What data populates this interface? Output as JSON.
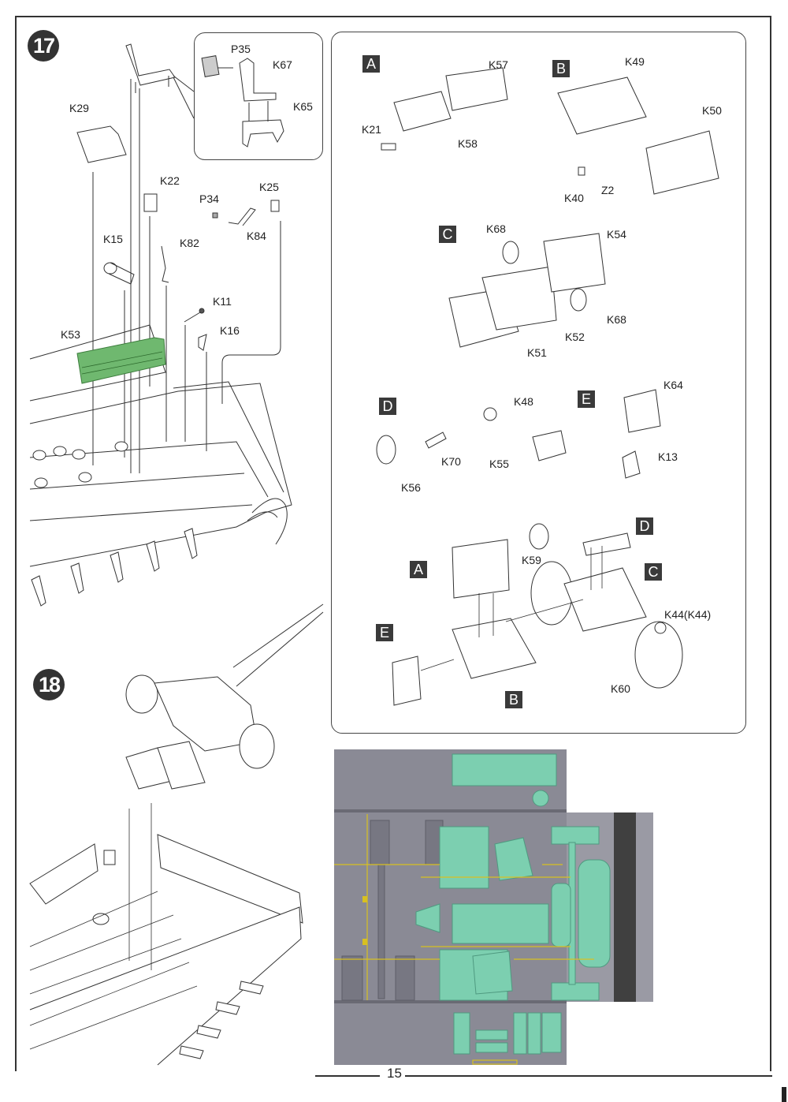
{
  "page": {
    "number": "15"
  },
  "steps": [
    {
      "number": "17"
    },
    {
      "number": "18"
    }
  ],
  "step17": {
    "inset_labels": [
      "P35",
      "K67",
      "K65"
    ],
    "part_labels": {
      "k29": "K29",
      "k22": "K22",
      "p34": "P34",
      "k25": "K25",
      "k84": "K84",
      "k15": "K15",
      "k82": "K82",
      "k11": "K11",
      "k16": "K16",
      "k53": "K53"
    },
    "highlight_color": "#6fb86f"
  },
  "subassemblies": {
    "A": {
      "letter": "A",
      "parts": [
        "K57",
        "K21",
        "K58"
      ]
    },
    "B": {
      "letter": "B",
      "parts": [
        "K49",
        "K50",
        "K40",
        "Z2"
      ]
    },
    "C": {
      "letter": "C",
      "parts": [
        "K68",
        "K54",
        "K68",
        "K52",
        "K51"
      ]
    },
    "D": {
      "letter": "D",
      "parts": [
        "K48",
        "K70",
        "K55",
        "K56"
      ]
    },
    "E": {
      "letter": "E",
      "parts": [
        "K64",
        "K13"
      ]
    }
  },
  "final_assembly": {
    "letters": [
      "A",
      "D",
      "C",
      "E",
      "B"
    ],
    "parts": [
      "K59",
      "K44(K44)",
      "K60"
    ]
  },
  "render_view": {
    "hull_color": "#8a8a95",
    "part_color": "#7ccfb0",
    "guide_color": "#d8c020",
    "bulkhead_color": "#404040"
  }
}
